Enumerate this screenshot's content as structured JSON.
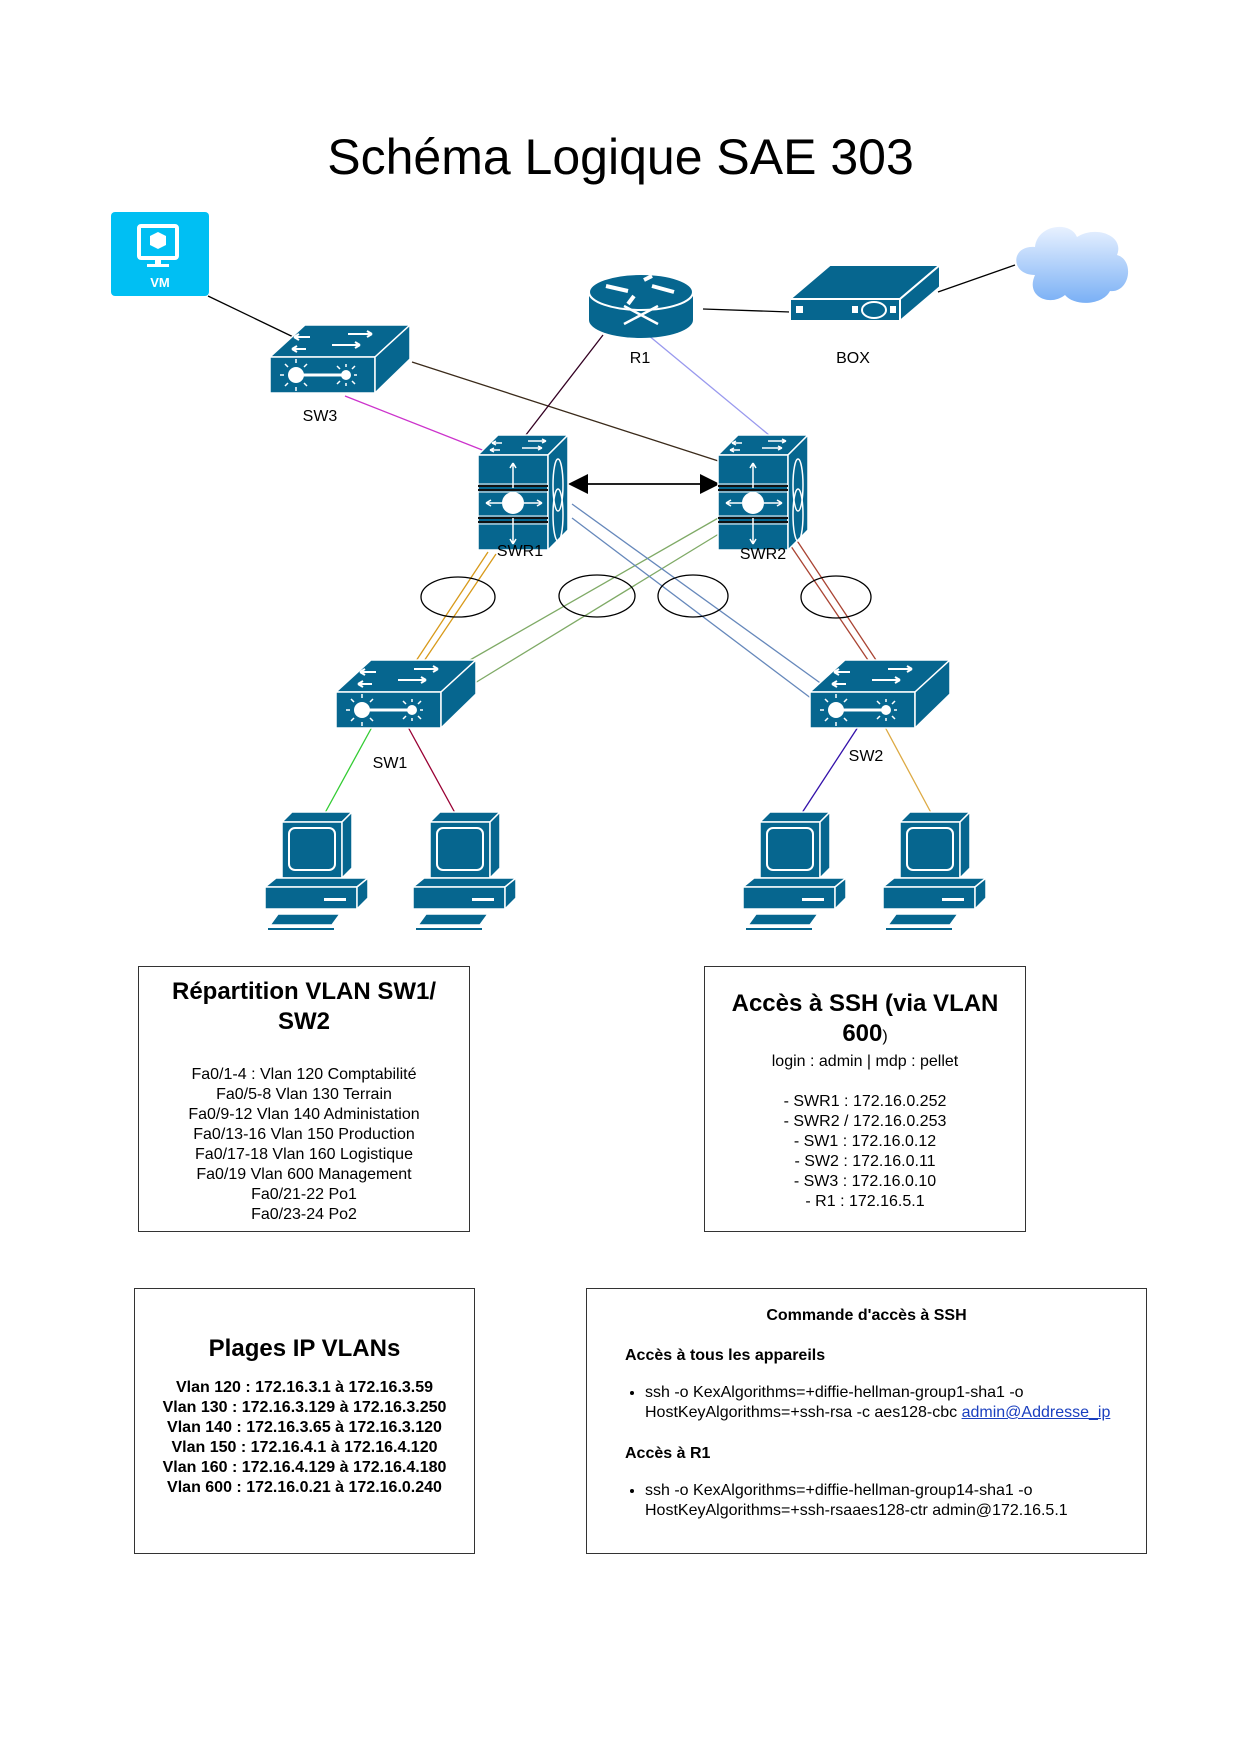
{
  "title": "Schéma Logique SAE 303",
  "nodes": {
    "vm": {
      "label": "VM"
    },
    "r1": {
      "label": "R1"
    },
    "box": {
      "label": "BOX"
    },
    "sw3": {
      "label": "SW3"
    },
    "swr1": {
      "label": "SWR1"
    },
    "swr2": {
      "label": "SWR2"
    },
    "sw1": {
      "label": "SW1"
    },
    "sw2": {
      "label": "SW2"
    }
  },
  "colors": {
    "device": "#06668f",
    "vm": "#00bff3",
    "cloud_top": "#e8f1ff",
    "cloud_bottom": "#7ab0f5",
    "link_sw3_swr1": "#cc33cc",
    "link_r1_swr2": "#9999ee",
    "link_swr1_sw1": "#d89a1a",
    "link_swr2_sw1": "#7faa66",
    "link_swr1_sw2": "#6688bb",
    "link_swr2_sw2": "#aa4433",
    "link_sw1_pc1": "#33cc33",
    "link_sw1_pc2": "#990033",
    "link_sw2_pc3": "#3311aa",
    "link_sw2_pc4": "#ddaa44"
  },
  "vlan_box": {
    "title": "Répartition VLAN SW1/ SW2",
    "lines": [
      "Fa0/1-4 : Vlan 120 Comptabilité",
      "Fa0/5-8 Vlan 130 Terrain",
      "Fa0/9-12 Vlan 140 Administation",
      "Fa0/13-16 Vlan 150 Production",
      "Fa0/17-18 Vlan 160 Logistique",
      "Fa0/19 Vlan 600 Management",
      "Fa0/21-22 Po1",
      "Fa0/23-24 Po2"
    ]
  },
  "ssh_box": {
    "title_bold": "Accès à SSH (via VLAN 600",
    "title_tail": ")",
    "credentials": "login : admin | mdp : pellet",
    "lines": [
      "- SWR1 : 172.16.0.252",
      "- SWR2 / 172.16.0.253",
      "- SW1 : 172.16.0.12",
      "- SW2 : 172.16.0.11",
      "- SW3 : 172.16.0.10",
      "- R1 : 172.16.5.1"
    ]
  },
  "ip_box": {
    "title": "Plages IP VLANs",
    "lines": [
      "Vlan 120 : 172.16.3.1 à 172.16.3.59",
      "Vlan 130 : 172.16.3.129 à 172.16.3.250",
      "Vlan 140 : 172.16.3.65 à 172.16.3.120",
      "Vlan 150 : 172.16.4.1 à 172.16.4.120",
      "Vlan 160 : 172.16.4.129 à 172.16.4.180",
      "Vlan 600 : 172.16.0.21 à 172.16.0.240"
    ]
  },
  "cmd_box": {
    "title": "Commande d'accès à SSH",
    "section1_title": "Accès à tous les appareils",
    "section1_cmd": "ssh -o KexAlgorithms=+diffie-hellman-group1-sha1 -o HostKeyAlgorithms=+ssh-rsa -c aes128-cbc ",
    "section1_link": "admin@Addresse_ip",
    "section2_title": "Accès à R1",
    "section2_cmd": "ssh -o KexAlgorithms=+diffie-hellman-group14-sha1 -o HostKeyAlgorithms=+ssh-rsaaes128-ctr admin@172.16.5.1"
  }
}
